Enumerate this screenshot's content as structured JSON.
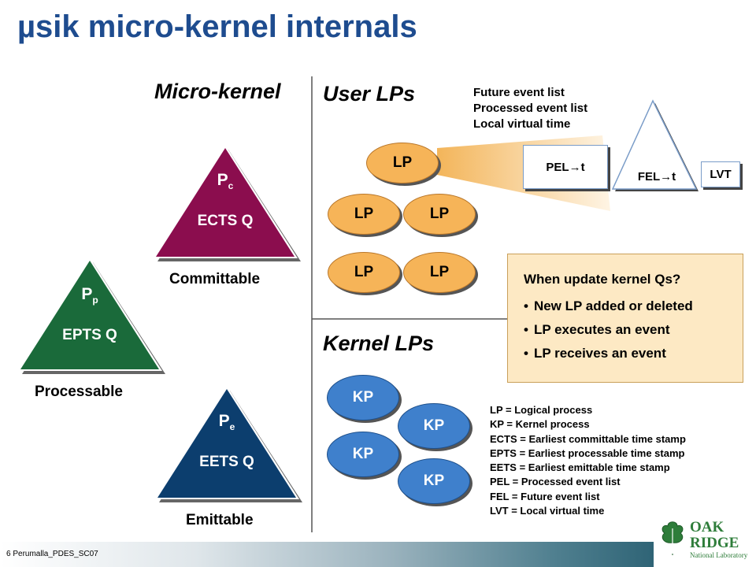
{
  "slide": {
    "title": "µsik micro-kernel internals",
    "footer": "6  Perumalla_PDES_SC07",
    "colors": {
      "title": "#1e4c8f",
      "ects": "#8b0d4e",
      "epts": "#1a6a3a",
      "eets": "#0c3e6e",
      "lp": "#f6b458",
      "kp": "#3f80cc",
      "note_bg": "#fde9c4"
    }
  },
  "headers": {
    "micro_kernel": "Micro-kernel",
    "user_lps": "User LPs",
    "kernel_lps": "Kernel LPs"
  },
  "queues": {
    "ects": {
      "symbol": "P",
      "subscript": "c",
      "name": "ECTS Q",
      "label": "Committable"
    },
    "epts": {
      "symbol": "P",
      "subscript": "p",
      "name": "EPTS Q",
      "label": "Processable"
    },
    "eets": {
      "symbol": "P",
      "subscript": "e",
      "name": "EETS Q",
      "label": "Emittable"
    }
  },
  "lp_nodes": [
    "LP",
    "LP",
    "LP",
    "LP",
    "LP"
  ],
  "kp_nodes": [
    "KP",
    "KP",
    "KP",
    "KP"
  ],
  "lp_detail": {
    "lines": [
      "Future event list",
      "Processed event list",
      "Local virtual time"
    ],
    "pel": "PEL→t",
    "fel": "FEL→t",
    "lvt": "LVT"
  },
  "note": {
    "question": "When update kernel Qs?",
    "bullets": [
      "New LP added or deleted",
      "LP executes an event",
      "LP receives an event"
    ]
  },
  "legend": [
    "LP = Logical process",
    "KP = Kernel process",
    "ECTS = Earliest committable time stamp",
    "EPTS = Earliest processable time stamp",
    "EETS = Earliest emittable time stamp",
    "PEL = Processed event list",
    "FEL = Future event list",
    "LVT = Local virtual time"
  ],
  "logo": {
    "line1": "OAK",
    "line2": "RIDGE",
    "line3": "National Laboratory",
    "icon": "oak-leaf-icon"
  }
}
